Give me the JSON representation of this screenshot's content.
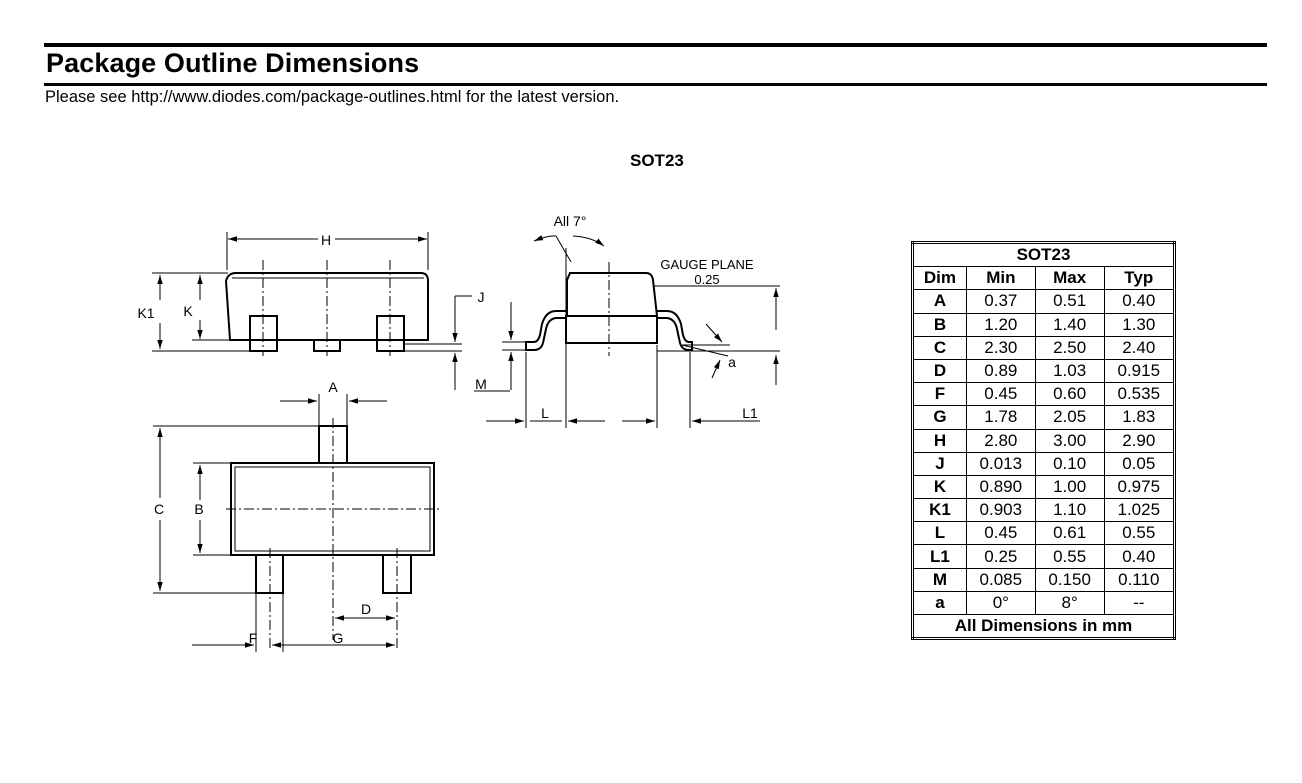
{
  "header": {
    "title": "Package Outline Dimensions",
    "note": "Please see http://www.diodes.com/package-outlines.html for the latest version."
  },
  "drawing": {
    "package_name": "SOT23",
    "labels": {
      "H": "H",
      "K1": "K1",
      "K": "K",
      "J": "J",
      "M": "M",
      "A": "A",
      "B": "B",
      "C": "C",
      "D": "D",
      "F": "F",
      "G": "G",
      "L": "L",
      "L1": "L1",
      "a": "a",
      "all_angle": "All 7°",
      "gauge_plane": "GAUGE PLANE",
      "gauge_value": "0.25"
    }
  },
  "table": {
    "caption": "SOT23",
    "columns": [
      "Dim",
      "Min",
      "Max",
      "Typ"
    ],
    "rows": [
      [
        "A",
        "0.37",
        "0.51",
        "0.40"
      ],
      [
        "B",
        "1.20",
        "1.40",
        "1.30"
      ],
      [
        "C",
        "2.30",
        "2.50",
        "2.40"
      ],
      [
        "D",
        "0.89",
        "1.03",
        "0.915"
      ],
      [
        "F",
        "0.45",
        "0.60",
        "0.535"
      ],
      [
        "G",
        "1.78",
        "2.05",
        "1.83"
      ],
      [
        "H",
        "2.80",
        "3.00",
        "2.90"
      ],
      [
        "J",
        "0.013",
        "0.10",
        "0.05"
      ],
      [
        "K",
        "0.890",
        "1.00",
        "0.975"
      ],
      [
        "K1",
        "0.903",
        "1.10",
        "1.025"
      ],
      [
        "L",
        "0.45",
        "0.61",
        "0.55"
      ],
      [
        "L1",
        "0.25",
        "0.55",
        "0.40"
      ],
      [
        "M",
        "0.085",
        "0.150",
        "0.110"
      ],
      [
        "a",
        "0°",
        "8°",
        "--"
      ]
    ],
    "footer": "All Dimensions in mm"
  }
}
